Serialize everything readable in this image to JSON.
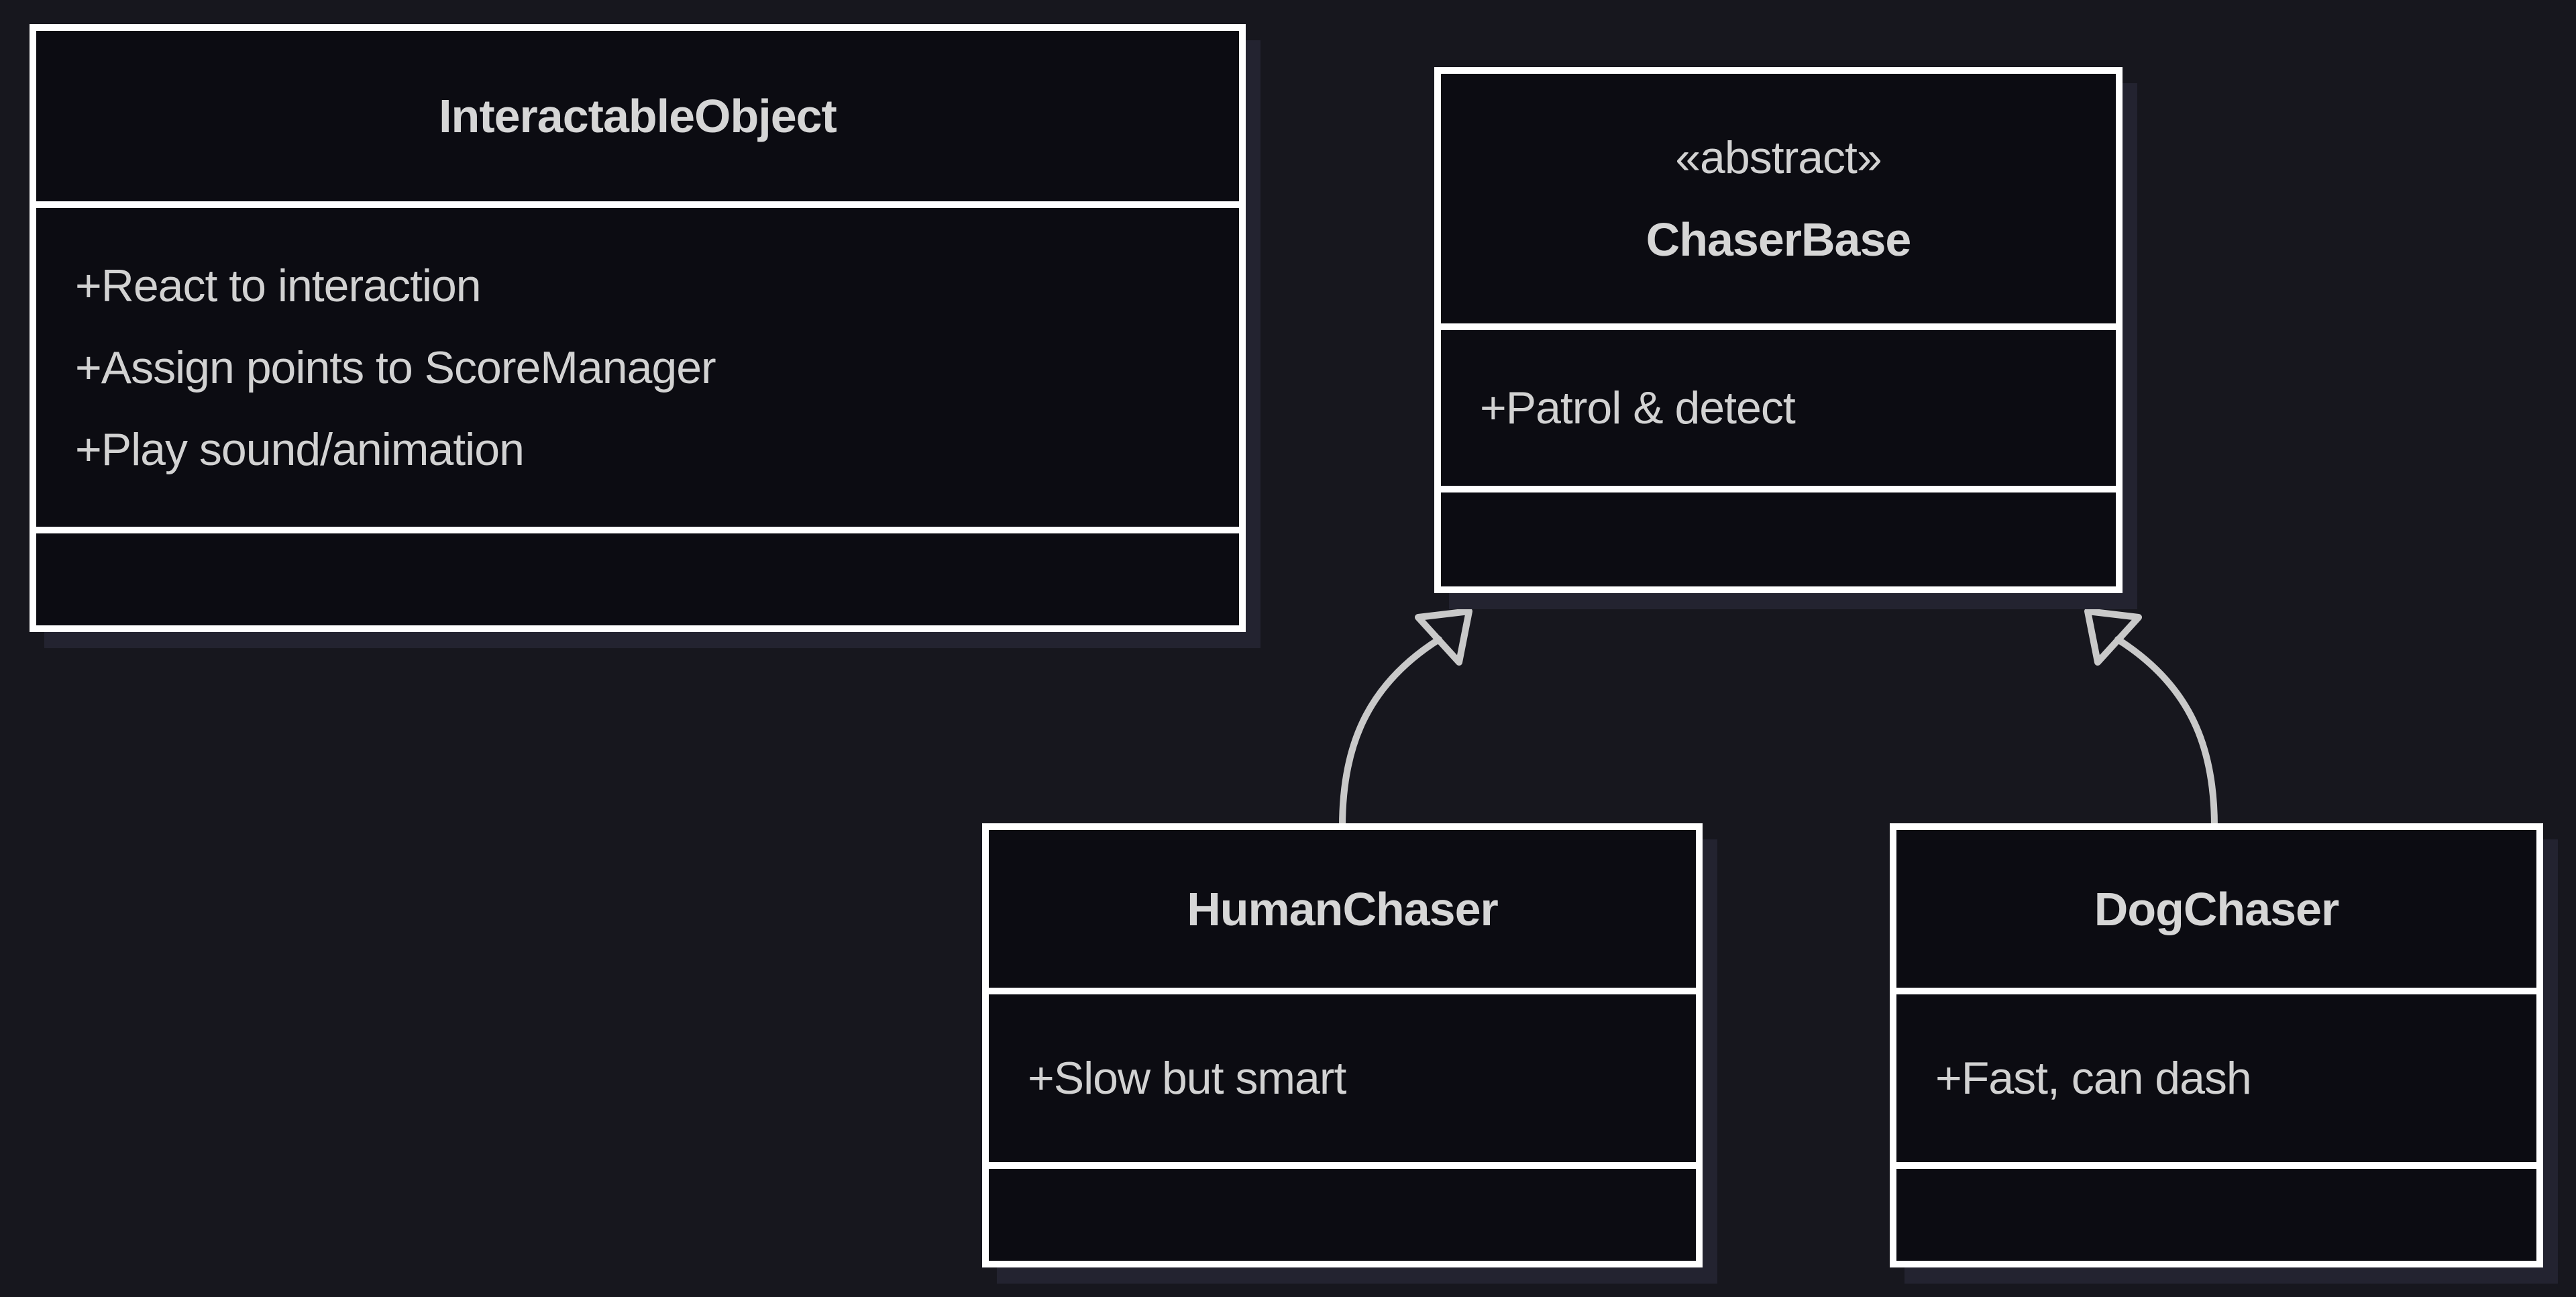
{
  "diagram": {
    "kind": "uml-class-diagram",
    "colors": {
      "canvas_background": "#17171e",
      "box_fill": "#0c0c12",
      "box_border": "#ffffff",
      "text": "#d2d2d2",
      "arrow": "#c9c9c9",
      "shadow": "#232330"
    },
    "classes": [
      {
        "id": "interactable-object",
        "stereotype": "",
        "name": "InteractableObject",
        "attributes": [
          "+React to interaction",
          "+Assign points to ScoreManager",
          "+Play sound/animation"
        ],
        "operations": []
      },
      {
        "id": "chaser-base",
        "stereotype": "«abstract»",
        "name": "ChaserBase",
        "attributes": [
          "+Patrol & detect"
        ],
        "operations": []
      },
      {
        "id": "human-chaser",
        "stereotype": "",
        "name": "HumanChaser",
        "attributes": [
          "+Slow but smart"
        ],
        "operations": []
      },
      {
        "id": "dog-chaser",
        "stereotype": "",
        "name": "DogChaser",
        "attributes": [
          "+Fast, can dash"
        ],
        "operations": []
      }
    ],
    "relationships": [
      {
        "type": "generalization",
        "from": "HumanChaser",
        "to": "ChaserBase"
      },
      {
        "type": "generalization",
        "from": "DogChaser",
        "to": "ChaserBase"
      }
    ]
  }
}
